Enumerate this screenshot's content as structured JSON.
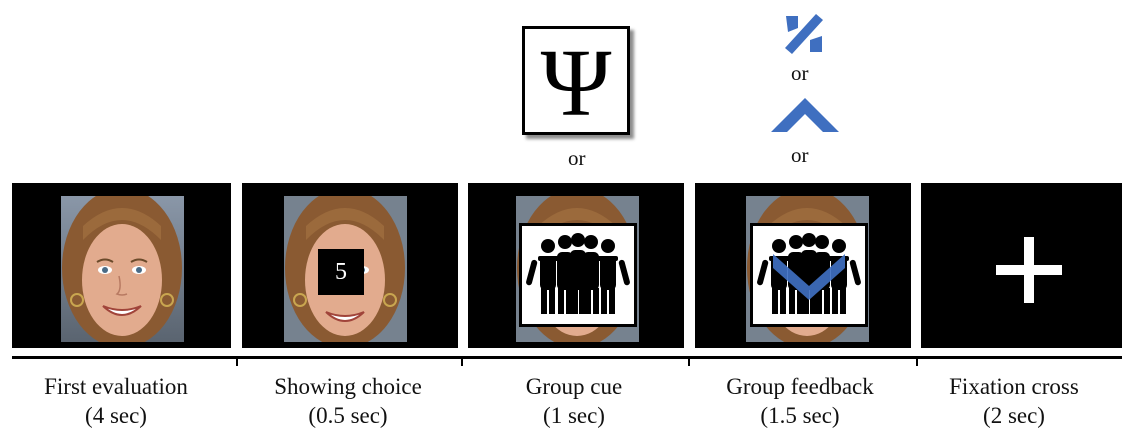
{
  "stages": [
    {
      "name": "First evaluation",
      "duration": "(4 sec)"
    },
    {
      "name": "Showing choice",
      "duration": "(0.5 sec)"
    },
    {
      "name": "Group cue",
      "duration": "(1 sec)"
    },
    {
      "name": "Group feedback",
      "duration": "(1.5 sec)"
    },
    {
      "name": "Fixation cross",
      "duration": "(2 sec)"
    }
  ],
  "rating_value": "5",
  "or_text": "or",
  "icons": {
    "cue_alt": "psi-symbol-icon",
    "feedback_alt_1": "percent-like-icon",
    "feedback_alt_2": "up-chevron-icon",
    "feedback_overlay": "down-checkmark-icon",
    "group": "group-of-people-icon",
    "fixation": "plus-cross-icon"
  },
  "colors": {
    "screen": "#000000",
    "feedback_blue": "#3f6fc0"
  }
}
